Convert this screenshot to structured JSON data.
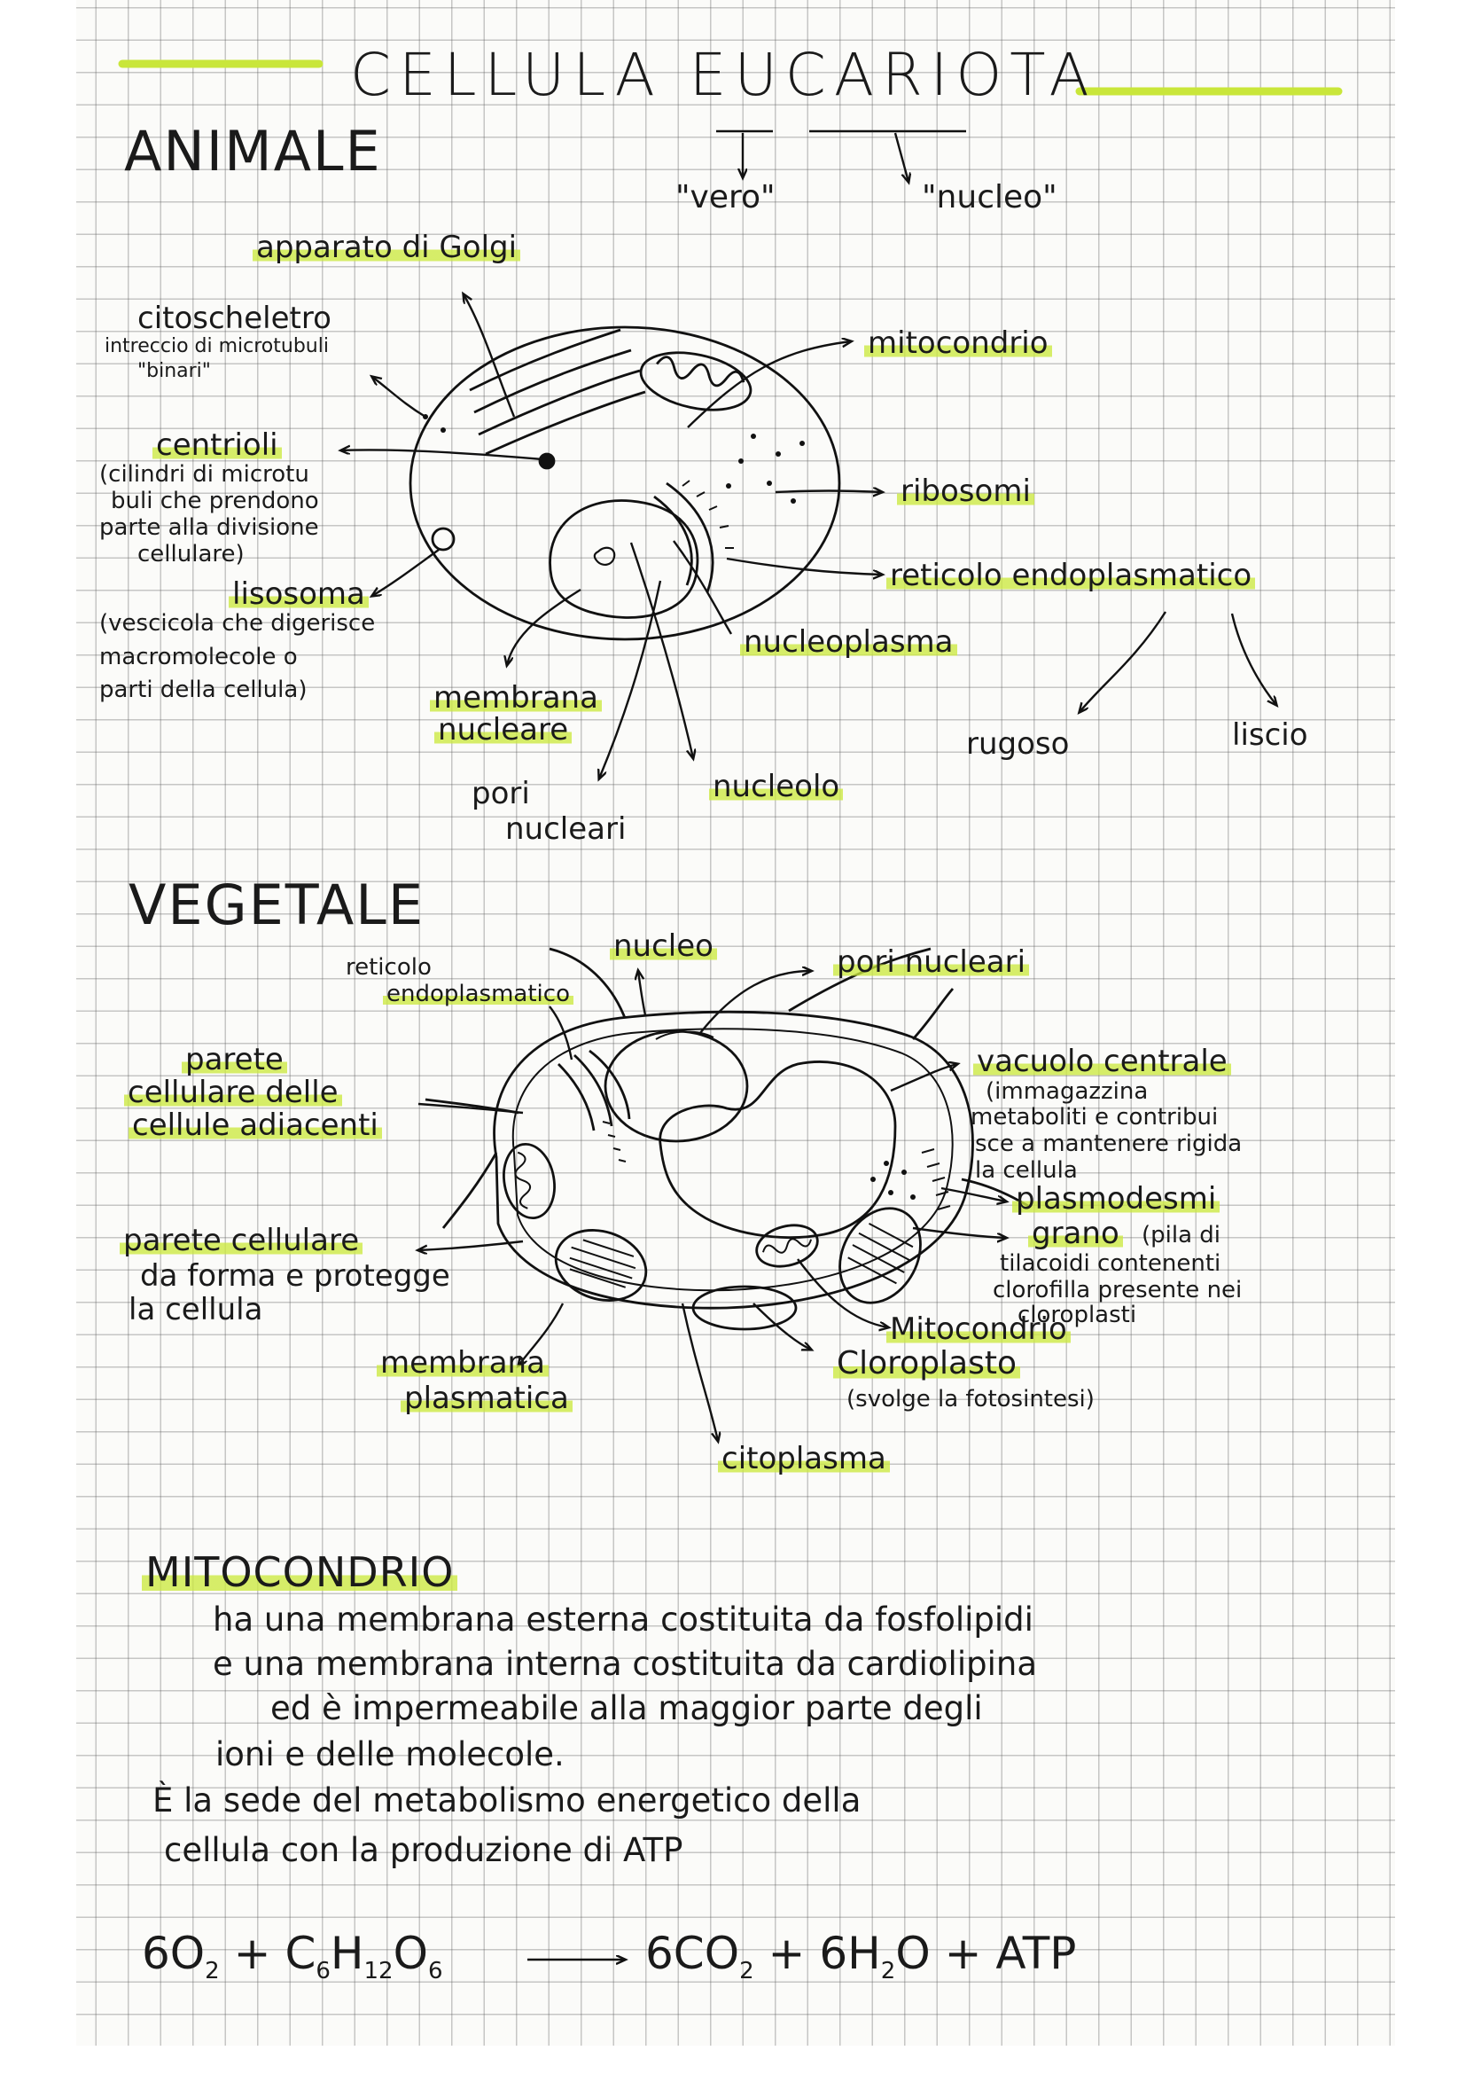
{
  "title": "CELLULA EUCARIOTA",
  "etymology": {
    "vero": "\"vero\"",
    "nucleo": "\"nucleo\""
  },
  "animale": {
    "heading": "ANIMALE",
    "labels": {
      "golgi": "apparato di Golgi",
      "citoscheletro": "citoscheletro",
      "mitocondrio": "mitocondrio",
      "centrioli": "centrioli",
      "ribosomi": "ribosomi",
      "reticolo": "reticolo endoplasmatico",
      "lisosoma": "lisosoma",
      "nucleoplasma": "nucleoplasma",
      "membrana_nucleare_1": "membrana",
      "membrana_nucleare_2": "nucleare",
      "rugoso": "rugoso",
      "liscio": "liscio",
      "nucleolo": "nucleolo",
      "pori_nucleari_1": "pori",
      "pori_nucleari_2": "nucleari"
    },
    "notes": {
      "citoscheletro_1": "intreccio di microtubuli",
      "citoscheletro_2": "\"binari\"",
      "centrioli_1": "(cilindri di microtu",
      "centrioli_2": "buli che prendono",
      "centrioli_3": "parte alla divisione",
      "centrioli_4": "cellulare)",
      "lisosoma_1": "(vescicola che digerisce",
      "lisosoma_2": "macromolecole o",
      "lisosoma_3": "parti della cellula)"
    }
  },
  "vegetale": {
    "heading": "VEGETALE",
    "labels": {
      "reticolo_1": "reticolo",
      "reticolo_2": "endoplasmatico",
      "nucleo": "nucleo",
      "pori_nucleari": "pori nucleari",
      "parete_adiacenti_1": "parete",
      "parete_adiacenti_2": "cellulare delle",
      "parete_adiacenti_3": "cellule adiacenti",
      "vacuolo": "vacuolo centrale",
      "plasmodesmi": "plasmodesmi",
      "grano": "grano",
      "parete_cellulare": "parete cellulare",
      "mitocondrio": "Mitocondrio",
      "membrana_plasmatica_1": "membrana",
      "membrana_plasmatica_2": "plasmatica",
      "cloroplasto": "Cloroplasto",
      "citoplasma": "citoplasma"
    },
    "notes": {
      "vacuolo_1": "(immagazzina",
      "vacuolo_2": "metaboliti e contribui",
      "vacuolo_3": "sce a mantenere rigida",
      "vacuolo_4": "la cellula",
      "grano_1": "(pila di",
      "grano_2": "tilacoidi contenenti",
      "grano_3": "clorofilla presente nei",
      "grano_4": "cloroplasti",
      "parete_1": "da forma e protegge",
      "parete_2": "la cellula",
      "cloroplasto": "(svolge la fotosintesi)"
    }
  },
  "mitocondrio": {
    "heading": "MITOCONDRIO",
    "lines": [
      "ha una membrana esterna costituita da fosfolipidi",
      "e una membrana interna costituita da cardiolipina",
      "ed è impermeabile alla maggior parte degli",
      "ioni e delle molecole.",
      "È la sede del metabolismo energetico della",
      "cellula con la produzione di ATP"
    ]
  },
  "equation": {
    "reactant_1": "6O",
    "reactant_1_sub": "2",
    "plus": "+",
    "reactant_2_c": "C",
    "reactant_2_c_sub": "6",
    "reactant_2_h": "H",
    "reactant_2_h_sub": "12",
    "reactant_2_o": "O",
    "reactant_2_o_sub": "6",
    "product_1": "6CO",
    "product_1_sub": "2",
    "product_2_h": "6H",
    "product_2_h_sub": "2",
    "product_2_o": "O",
    "product_3": "ATP"
  }
}
